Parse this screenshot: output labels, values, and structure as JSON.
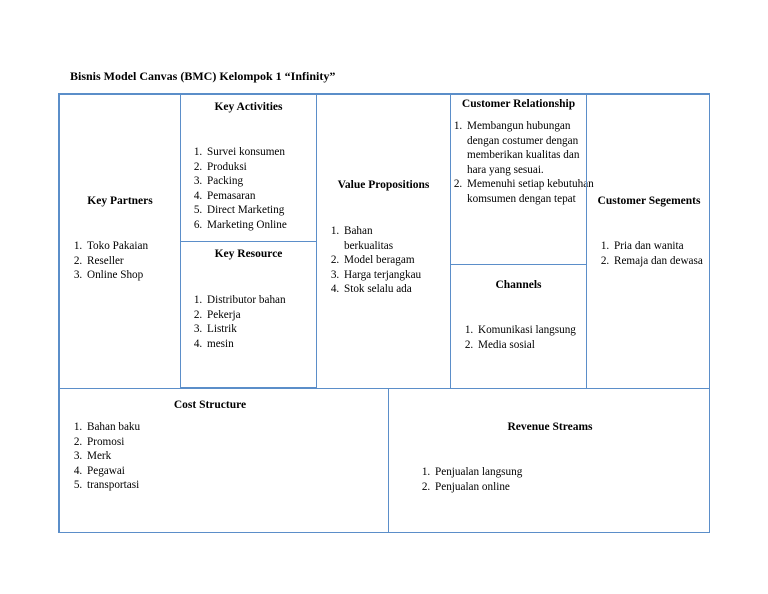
{
  "title": "Bisnis Model Canvas (BMC)  Kelompok 1 “Infinity”",
  "key_partners": {
    "heading": "Key Partners",
    "items": [
      "Toko Pakaian",
      "Reseller",
      "Online Shop"
    ]
  },
  "key_activities": {
    "heading": "Key Activities",
    "items": [
      "Survei konsumen",
      "Produksi",
      "Packing",
      "Pemasaran",
      "Direct Marketing",
      "Marketing Online"
    ]
  },
  "key_resource": {
    "heading": "Key Resource",
    "items": [
      "Distributor bahan",
      "Pekerja",
      "Listrik",
      "mesin"
    ]
  },
  "value_propositions": {
    "heading": "Value Propositions",
    "items": [
      "Bahan berkualitas",
      "Model beragam",
      "Harga terjangkau",
      "Stok selalu ada"
    ]
  },
  "customer_relationship": {
    "heading": "Customer Relationship",
    "items": [
      "Membangun hubungan dengan costumer dengan memberikan kualitas dan hara yang sesuai.",
      "Memenuhi setiap kebutuhan komsumen dengan tepat"
    ]
  },
  "channels": {
    "heading": "Channels",
    "items": [
      "Komunikasi langsung",
      "Media sosial"
    ]
  },
  "customer_segments": {
    "heading": "Customer Segements",
    "items": [
      "Pria dan wanita",
      "Remaja dan dewasa"
    ]
  },
  "cost_structure": {
    "heading": "Cost Structure",
    "items": [
      "Bahan baku",
      "Promosi",
      "Merk",
      "Pegawai",
      "transportasi"
    ]
  },
  "revenue_streams": {
    "heading": "Revenue Streams",
    "items": [
      "Penjualan langsung",
      "Penjualan online"
    ]
  }
}
